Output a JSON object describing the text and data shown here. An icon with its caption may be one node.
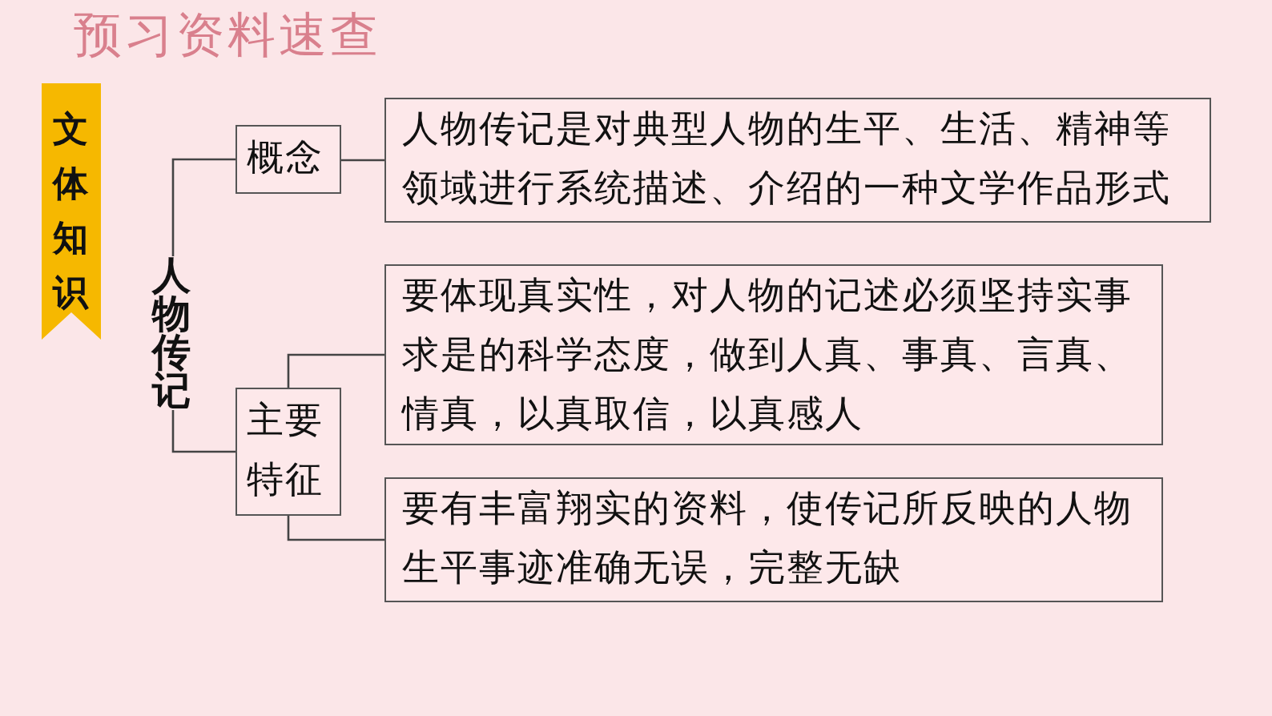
{
  "diagram": {
    "title": "预习资料速查",
    "nodes": [
      {
        "text": [
          "文体知识"
        ]
      },
      {
        "text": [
          "人物传记"
        ]
      },
      {
        "text": [
          "概念"
        ]
      },
      {
        "text": [
          "人物传记是对典型人物的生平、生活、精神等领域进行系统描述、介绍的一种文学作品形式"
        ]
      },
      {
        "text": [
          "主要特征"
        ]
      },
      {
        "text": [
          "要体现真实性，对人物的记述必须坚持实事求是的科学态度，做到人真、事真、言真、情真，以真取信，以真感人"
        ]
      },
      {
        "text": [
          "要有丰富翔实的资料，使传记所反映的人物生平事迹准确无误，完整无缺"
        ]
      }
    ],
    "edges": [
      {
        "from": 1,
        "to": 2,
        "arrow": "none"
      },
      {
        "from": 1,
        "to": 4,
        "arrow": "none"
      },
      {
        "from": 2,
        "to": 3,
        "arrow": "none"
      },
      {
        "from": 4,
        "to": 5,
        "arrow": "none"
      },
      {
        "from": 4,
        "to": 6,
        "arrow": "none"
      }
    ]
  }
}
